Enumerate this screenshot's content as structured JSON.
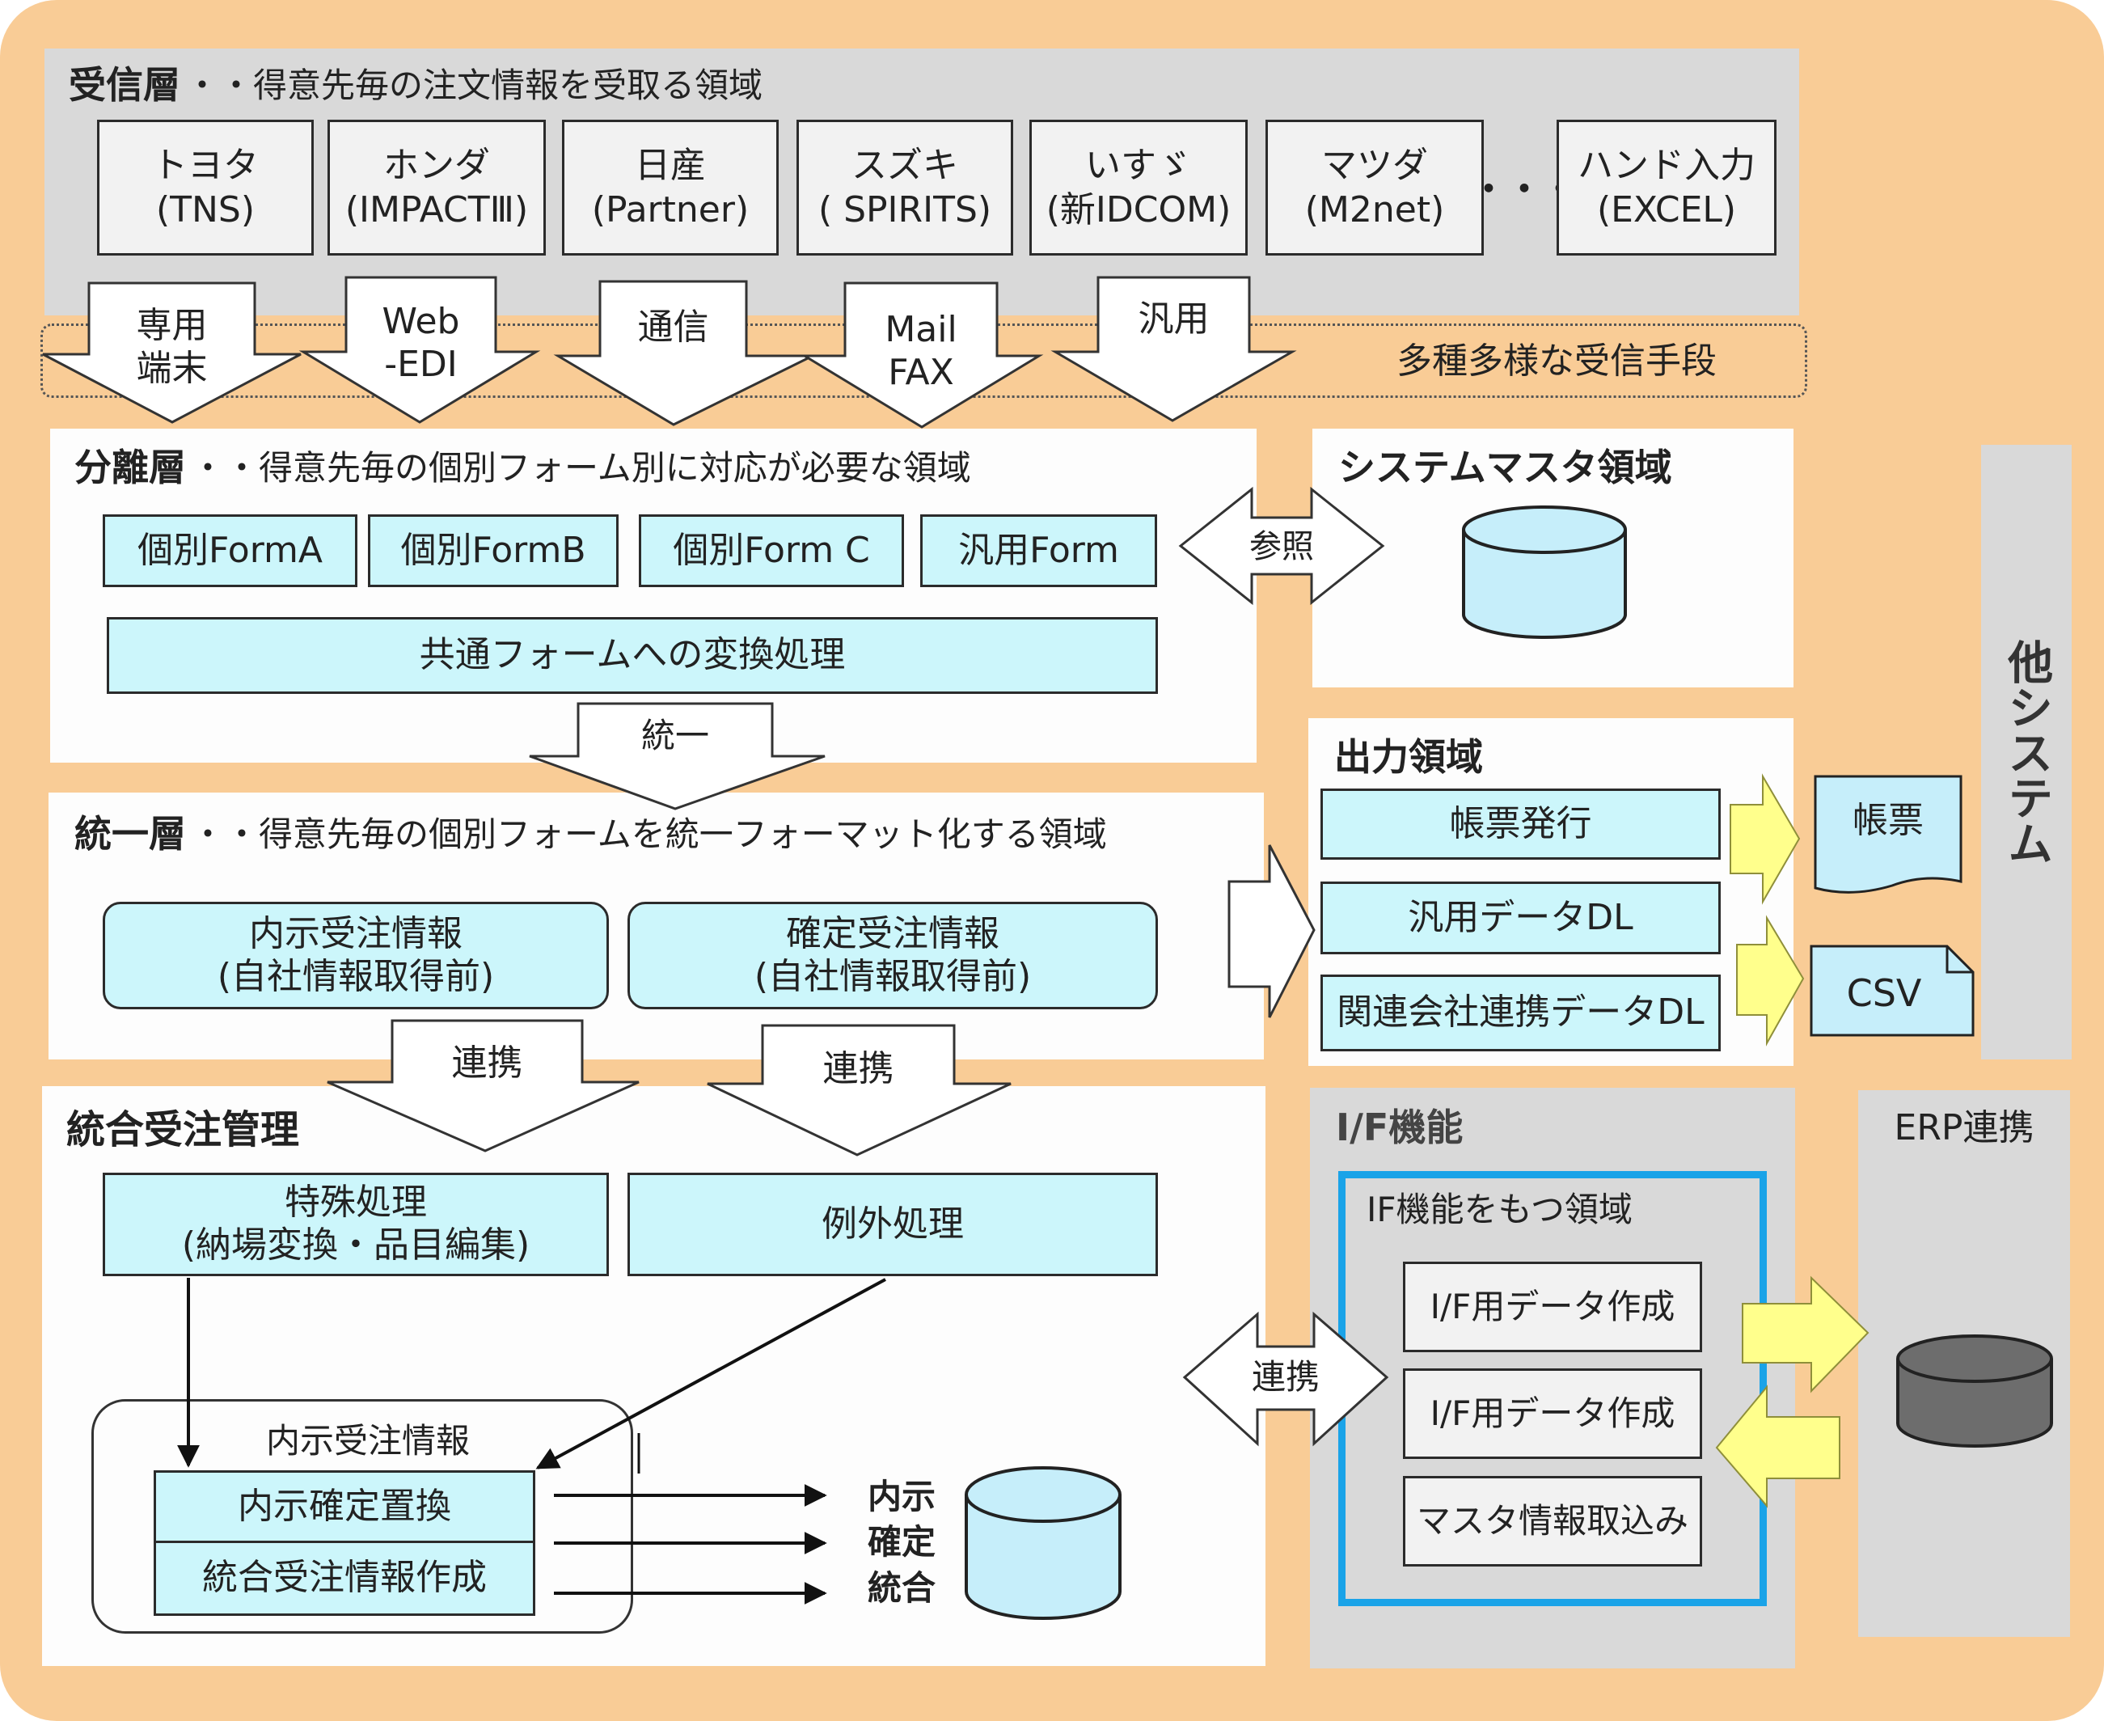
{
  "reception": {
    "title": "受信層",
    "desc": "・・得意先毎の注文情報を受取る領域",
    "customers": [
      {
        "name": "トヨタ",
        "system": "(TNS)"
      },
      {
        "name": "ホンダ",
        "system": "(IMPACTⅢ)"
      },
      {
        "name": "日産",
        "system": "(Partner)"
      },
      {
        "name": "スズキ",
        "system": "( SPIRITS)"
      },
      {
        "name": "いすゞ",
        "system": "(新IDCOM)"
      },
      {
        "name": "マツダ",
        "system": "(M2net)"
      }
    ],
    "ellipsis": "・・・",
    "manual": {
      "name": "ハンド入力",
      "system": "(EXCEL)"
    },
    "channels": [
      "専用\n端末",
      "Web\n-EDI",
      "通信",
      "Mail\nFAX",
      "汎用"
    ],
    "channels_label": "多種多様な受信手段"
  },
  "separation": {
    "title": "分離層",
    "desc": "・・得意先毎の個別フォーム別に対応が必要な領域",
    "forms": [
      "個別FormA",
      "個別FormB",
      "個別Form C",
      "汎用Form"
    ],
    "convert": "共通フォームへの変換処理",
    "reference_label": "参照",
    "unify_label": "統一"
  },
  "system_master": {
    "title": "システムマスタ領域"
  },
  "unified": {
    "title": "統一層",
    "desc": "・・得意先毎の個別フォームを統一フォーマット化する領域",
    "info": [
      "内示受注情報\n(自社情報取得前)",
      "確定受注情報\n(自社情報取得前)"
    ],
    "link_labels": [
      "連携",
      "連携"
    ]
  },
  "integrated": {
    "title": "統合受注管理",
    "special": "特殊処理\n(納場変換・品目編集)",
    "exception": "例外処理",
    "group_label": "内示受注情報",
    "replace": "内示確定置換",
    "create": "統合受注情報作成",
    "outputs": [
      "内示",
      "確定",
      "統合"
    ]
  },
  "output": {
    "title": "出力領域",
    "items": [
      "帳票発行",
      "汎用データDL",
      "関連会社連携データDL"
    ],
    "docs": [
      "帳票",
      "CSV"
    ]
  },
  "other_system": {
    "title": "他システム"
  },
  "interface": {
    "title": "I/F機能",
    "area_title": "IF機能をもつ領域",
    "items": [
      "I/F用データ作成",
      "I/F用データ作成",
      "マスタ情報取込み"
    ],
    "link_label": "連携"
  },
  "erp": {
    "title": "ERP連携"
  },
  "colors": {
    "background": "#f9cc96",
    "panel_gray": "#d9d9d9",
    "box_cyan": "#ccf6fb",
    "db_cyan": "#c6eefa",
    "db_gray": "#6d6d6d",
    "arrow_yellow": "#ffff8c",
    "if_border": "#1aa3e8"
  }
}
